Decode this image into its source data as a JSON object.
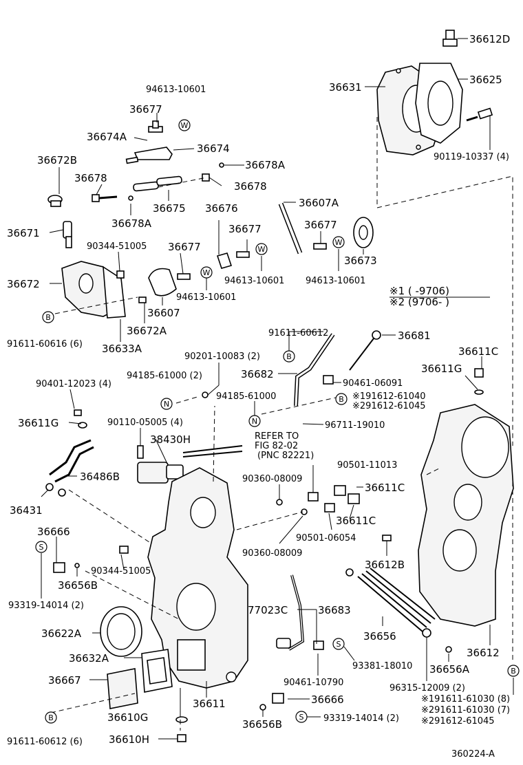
{
  "labels": {
    "p36612D": "36612D",
    "p36631": "36631",
    "p36625": "36625",
    "p90119_10337": "90119-10337 (4)",
    "p94613_10601_a": "94613-10601",
    "p36677_a": "36677",
    "p36674A": "36674A",
    "p36674": "36674",
    "p36672B": "36672B",
    "p36678A_a": "36678A",
    "p36678_a": "36678",
    "p36678_b": "36678",
    "p36675": "36675",
    "p36676": "36676",
    "p36607A": "36607A",
    "p36678A_b": "36678A",
    "p36677_b": "36677",
    "p36677_c": "36677",
    "p36671": "36671",
    "p90344_51005_a": "90344-51005",
    "p36677_d": "36677",
    "p36673": "36673",
    "p94613_10601_b": "94613-10601",
    "p94613_10601_c": "94613-10601",
    "p36672": "36672",
    "p94613_10601_d": "94613-10601",
    "p36607": "36607",
    "p36672A": "36672A",
    "p91611_60616": "91611-60616 (6)",
    "p36633A": "36633A",
    "p91611_60612_a": "91611-60612",
    "p36681": "36681",
    "p90201_10083": "90201-10083 (2)",
    "p36611C_a": "36611C",
    "p94185_61000_a": "94185-61000 (2)",
    "p36682": "36682",
    "p90461_06091": "90461-06091",
    "p36611G_a": "36611G",
    "p90401_12023": "90401-12023 (4)",
    "p94185_61000_b": "94185-61000",
    "p191612_61040": "※191612-61040",
    "p291612_61045_a": "※291612-61045",
    "p36611G_b": "36611G",
    "p90110_05005": "90110-05005 (4)",
    "p96711_19010": "96711-19010",
    "p38430H": "38430H",
    "refer1": "REFER TO",
    "refer2": "FIG 82-02",
    "refer3": "(PNC 82221)",
    "p90501_11013": "90501-11013",
    "p36486B": "36486B",
    "p90360_08009_a": "90360-08009",
    "p36611C_b": "36611C",
    "p36431": "36431",
    "p36611C_c": "36611C",
    "p90501_06054": "90501-06054",
    "p36666_a": "36666",
    "p90360_08009_b": "90360-08009",
    "p36612B": "36612B",
    "p90344_51005_b": "90344-51005",
    "p36656B_a": "36656B",
    "p93319_14014_a": "93319-14014 (2)",
    "p77023C": "77023C",
    "p36683": "36683",
    "p36622A": "36622A",
    "p36656": "36656",
    "p36612": "36612",
    "p36632A": "36632A",
    "p93381_18010": "93381-18010",
    "p36656A": "36656A",
    "p36667": "36667",
    "p90461_10790": "90461-10790",
    "p36611": "36611",
    "p96315_12009": "96315-12009 (2)",
    "p36666_b": "36666",
    "p36610G": "36610G",
    "p36656B_b": "36656B",
    "p93319_14014_b": "93319-14014 (2)",
    "p191611_61030": "※191611-61030 (8)",
    "p291611_61030": "※291611-61030 (7)",
    "p91611_60612_b": "91611-60612 (6)",
    "p36610H": "36610H",
    "p291612_61045_b": "※291612-61045",
    "ref_id": "360224-A"
  },
  "notes": {
    "n1": "※1 (      -9706)",
    "n2": "※2 (9706-      )"
  },
  "badges": {
    "W": "W",
    "B": "B",
    "N": "N",
    "S": "S"
  }
}
